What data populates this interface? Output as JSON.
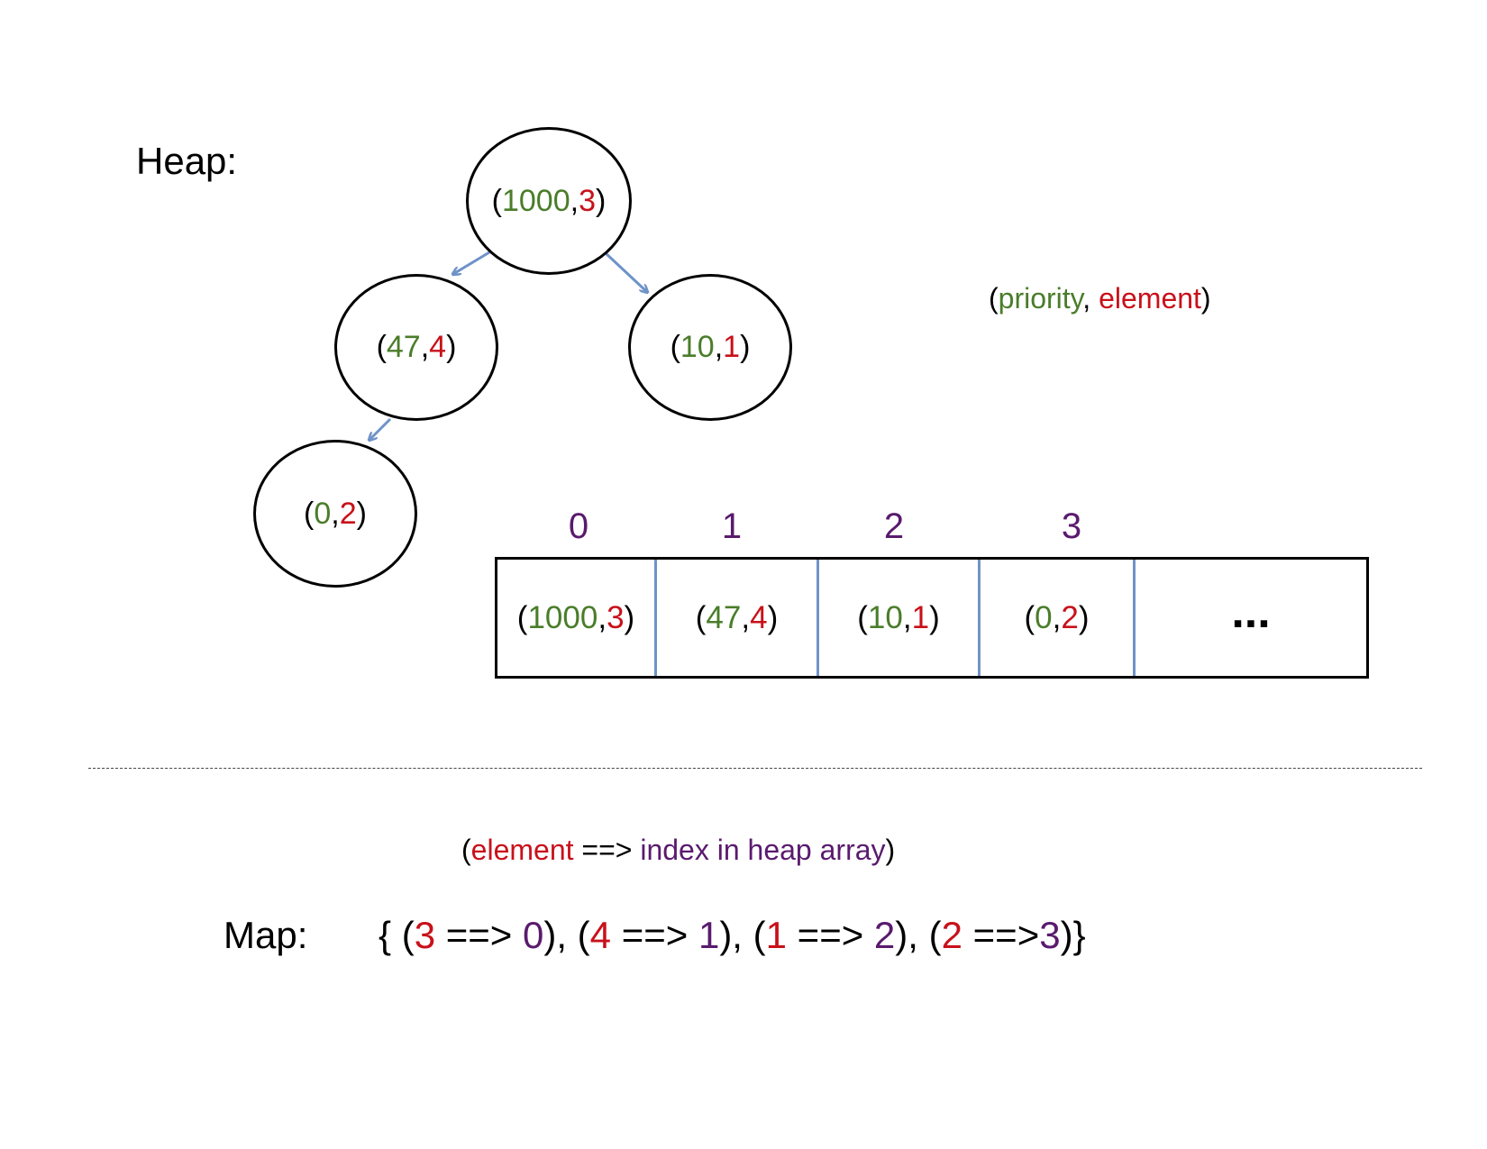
{
  "heap": {
    "title": "Heap:",
    "nodes": [
      {
        "id": "root",
        "priority": "1000",
        "element": "3"
      },
      {
        "id": "left",
        "priority": "47",
        "element": "4"
      },
      {
        "id": "right",
        "priority": "10",
        "element": "1"
      },
      {
        "id": "leftleft",
        "priority": "0",
        "element": "2"
      }
    ],
    "edges": [
      {
        "from": "root",
        "to": "left"
      },
      {
        "from": "root",
        "to": "right"
      },
      {
        "from": "left",
        "to": "leftleft"
      }
    ]
  },
  "tuple": {
    "open": "(",
    "sep": ", ",
    "close": ")"
  },
  "legend_tuple": {
    "open": "(",
    "priority": "priority",
    "sep": ", ",
    "element": "element",
    "close": ")"
  },
  "array": {
    "indices": [
      "0",
      "1",
      "2",
      "3"
    ],
    "cells": [
      {
        "priority": "1000",
        "element": "3"
      },
      {
        "priority": "47",
        "element": "4"
      },
      {
        "priority": "10",
        "element": "1"
      },
      {
        "priority": "0",
        "element": "2"
      }
    ],
    "ellipsis": "..."
  },
  "map_legend": {
    "open": "(",
    "element": "element",
    "arrow": " ==> ",
    "index": "index in heap array",
    "close": ")"
  },
  "map": {
    "title": "Map:",
    "open": "{ ",
    "close": "}",
    "entries": [
      {
        "element": "3",
        "arrow": " ==> ",
        "index": "0",
        "sep": "), "
      },
      {
        "element": "4",
        "arrow": " ==> ",
        "index": "1",
        "sep": "), "
      },
      {
        "element": "1",
        "arrow": " ==> ",
        "index": "2",
        "sep": "), "
      },
      {
        "element": "2",
        "arrow": " ==>",
        "index": "3",
        "sep": ")"
      }
    ]
  },
  "colors": {
    "priority": "#4a7d2a",
    "element": "#c8111a",
    "index": "#5a1a6e",
    "edge": "#6f93c9"
  }
}
